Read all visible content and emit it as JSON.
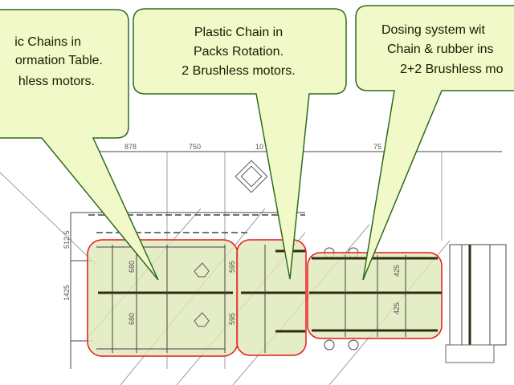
{
  "callouts": [
    {
      "lines": [
        "ic Chains in",
        "ormation Table.",
        "hless motors."
      ]
    },
    {
      "lines": [
        "Plastic Chain  in",
        "Packs Rotation.",
        "2 Brushless motors."
      ]
    },
    {
      "lines": [
        "Dosing system wit",
        "Chain  & rubber ins",
        "2+2 Brushless mo"
      ]
    }
  ],
  "dimensions": {
    "top": [
      "878",
      "750",
      "10",
      "75"
    ],
    "left_upper": "512.5",
    "left_total": "1425",
    "zone1": [
      "680",
      "680"
    ],
    "zone2": [
      "595",
      "595"
    ],
    "zone3": [
      "425",
      "425"
    ]
  },
  "colors": {
    "callout_fill": "#f2f9c8",
    "callout_border": "#2e6b1e",
    "highlight_border": "#e8161b",
    "highlight_fill": "#dfe8b8"
  }
}
